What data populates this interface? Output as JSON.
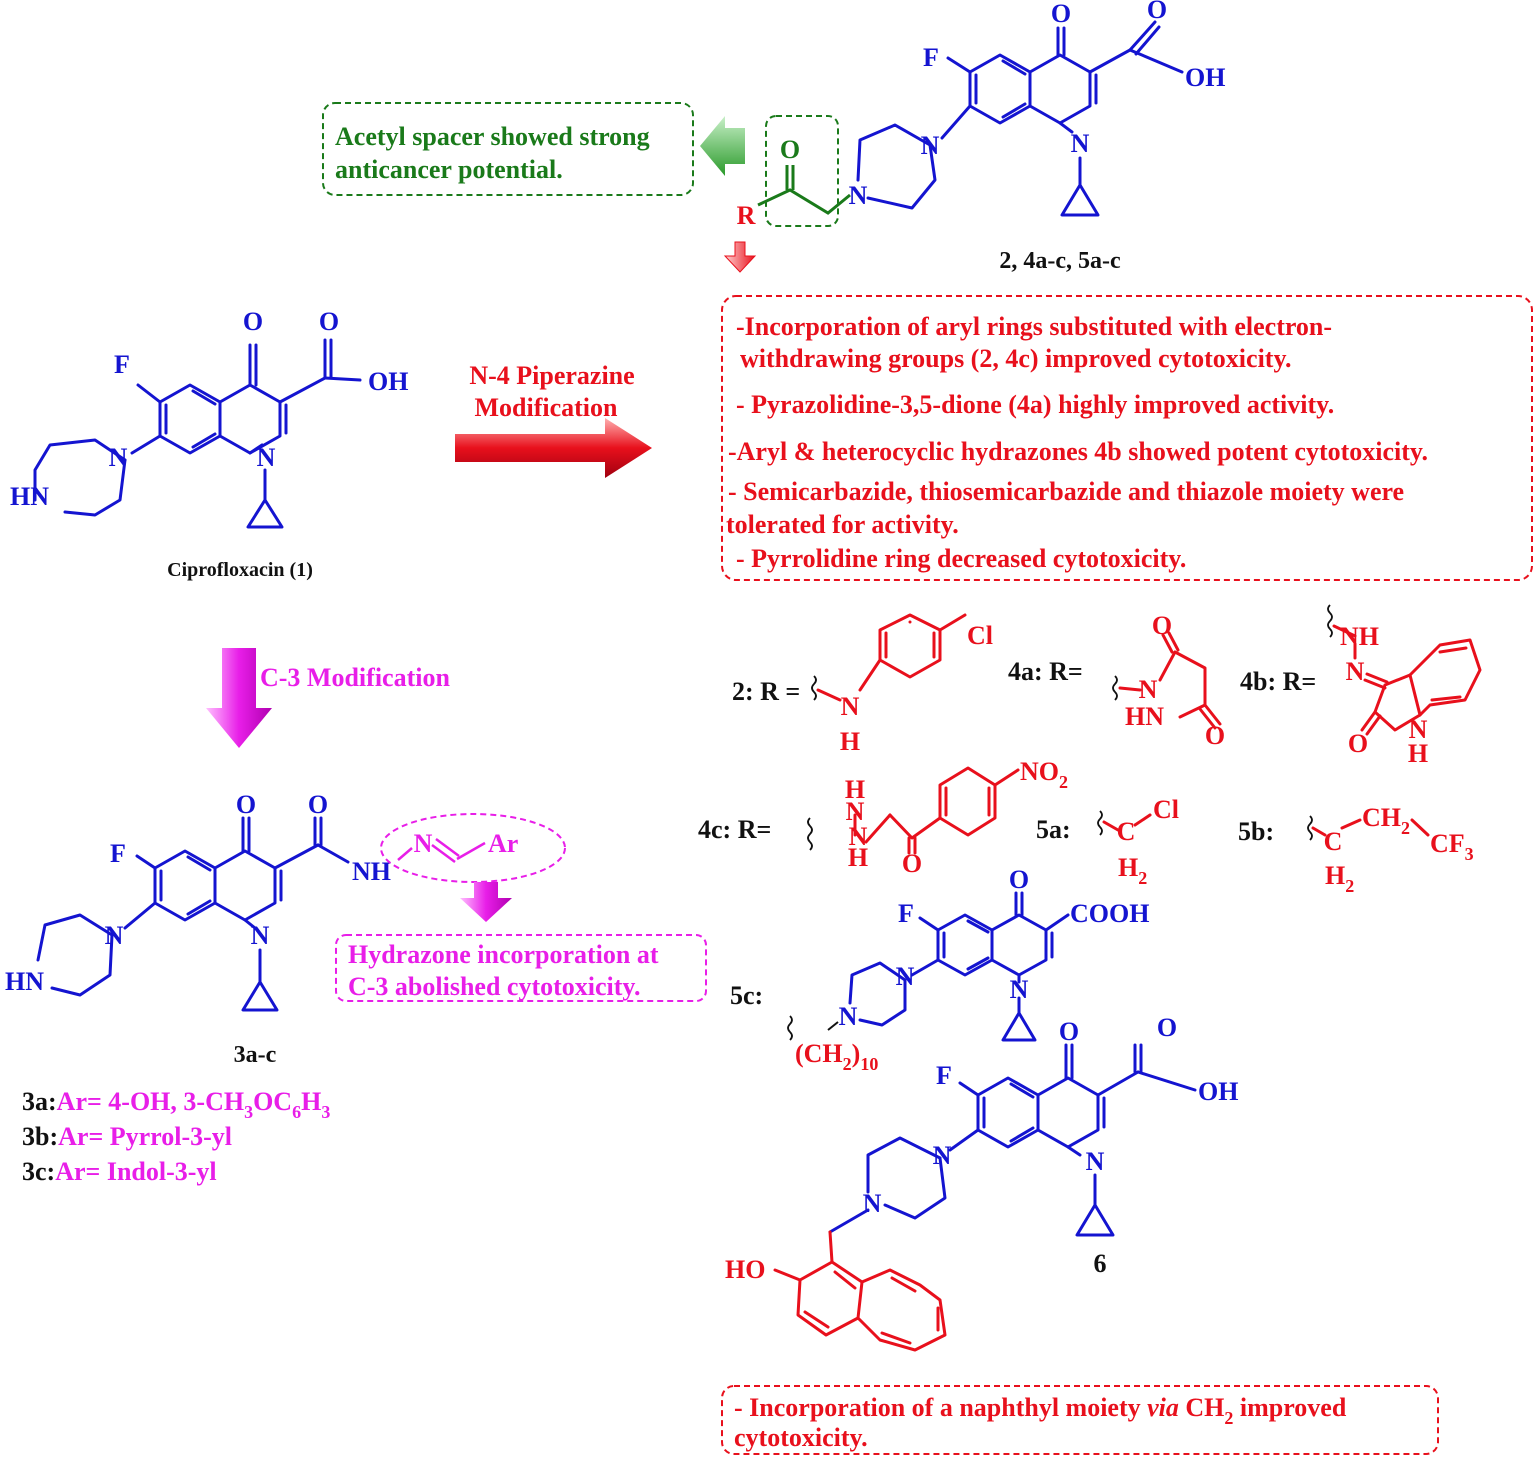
{
  "atoms": {
    "F": "F",
    "O": "O",
    "OH": "OH",
    "N": "N",
    "HN": "HN",
    "NH": "NH",
    "H": "H",
    "R": "R",
    "Cl": "Cl",
    "C": "C",
    "CH": "CH",
    "Ar": "Ar",
    "HO": "HO",
    "COOH": "COOH",
    "two": "2",
    "three": "3",
    "ten": "10",
    "NO": "NO",
    "CF": "CF",
    "CH2_paren": "(CH",
    "close_paren": ")"
  },
  "cipro": {
    "label": "Ciprofloxacin (1)"
  },
  "top": {
    "label": "2, 4a-c, 5a-c",
    "acetyl_note": [
      "Acetyl spacer showed strong",
      "anticancer potential."
    ]
  },
  "arrows": {
    "n4": [
      "N-4 Piperazine",
      "Modification"
    ],
    "c3": "C-3 Modification"
  },
  "findings": [
    "-Incorporation of aryl rings substituted with electron-",
    "withdrawing groups (2, 4c) improved cytotoxicity.",
    "- Pyrazolidine-3,5-dione (4a) highly  improved activity.",
    "-Aryl & heterocyclic hydrazones 4b showed potent cytotoxicity.",
    "- Semicarbazide, thiosemicarbazide and thiazole moiety were",
    "tolerated for activity.",
    "- Pyrrolidine ring decreased cytotoxicity."
  ],
  "r_groups": {
    "r2": "2: R =",
    "r4a": "4a: R=",
    "r4b": "4b: R=",
    "r4c": "4c: R=",
    "r5a": "5a:",
    "r5b": "5b:",
    "r5c": "5c:"
  },
  "hydrazone": {
    "label": "3a-c",
    "note": [
      "Hydrazone incorporation at",
      "C-3 abolished cytotoxicity."
    ],
    "series": [
      {
        "id": "3a:",
        "prefix": "Ar= 4-OH, 3-CH",
        "m1": "3",
        "mid": "OC",
        "m2": "6",
        "end": "H",
        "m3": "3"
      },
      {
        "id": "3b:",
        "prefix": "Ar= Pyrrol-3-yl"
      },
      {
        "id": "3c:",
        "prefix": "Ar= Indol-3-yl"
      }
    ]
  },
  "compound6": {
    "label": "6",
    "note_parts": [
      "- Incorporation of a naphthyl moiety ",
      "via",
      " CH",
      "2",
      " improved"
    ],
    "note_line2": "cytotoxicity."
  }
}
